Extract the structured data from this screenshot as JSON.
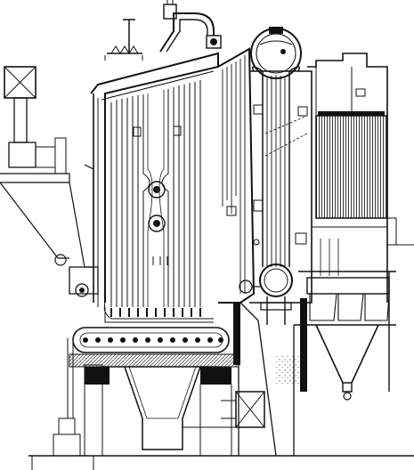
{
  "figure": {
    "colors": {
      "ink": "#111111",
      "paper": "#ffffff",
      "hatch": "#333333"
    },
    "components": [
      "coal-hopper",
      "coal-feeder-chute",
      "chain-grate-stoker",
      "ash-pit-hopper",
      "furnace-waterwall",
      "boiler-convection-bank",
      "steam-drum",
      "mud-drum",
      "steam-outlet-pipe",
      "safety-valve",
      "economizer",
      "air-preheater",
      "dust-collector-hopper",
      "induced-draft-damper"
    ]
  }
}
